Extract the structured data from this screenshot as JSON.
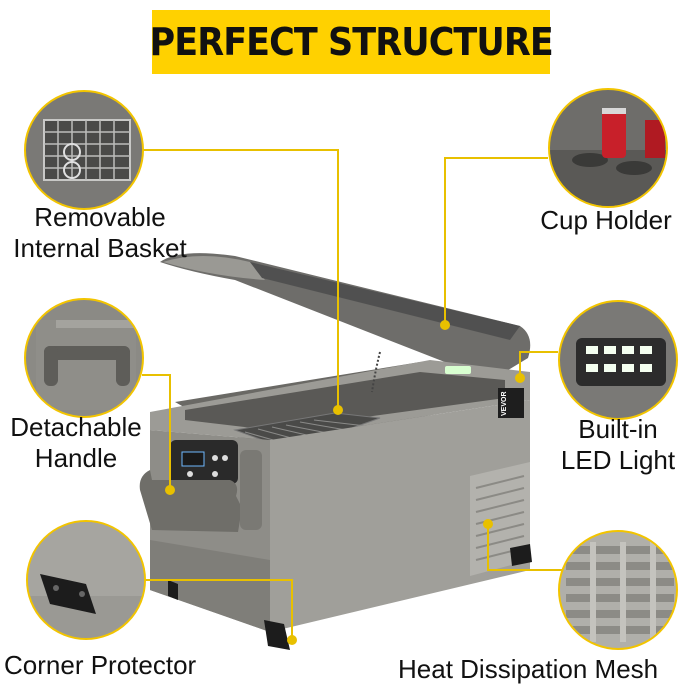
{
  "title": "PERFECT STRUCTURE",
  "callouts": {
    "basket": {
      "line1": "Removable",
      "line2": "Internal Basket"
    },
    "cup_holder": {
      "line1": "Cup Holder"
    },
    "handle": {
      "line1": "Detachable",
      "line2": "Handle"
    },
    "led": {
      "line1": "Built-in",
      "line2": "LED Light"
    },
    "corner": {
      "line1": "Corner Protector"
    },
    "mesh": {
      "line1": "Heat Dissipation Mesh"
    }
  },
  "brand_mark": "VEVOR",
  "colors": {
    "accent": "#ffd100",
    "callout_line": "#e8c000",
    "body_gray": "#8e8d88"
  }
}
